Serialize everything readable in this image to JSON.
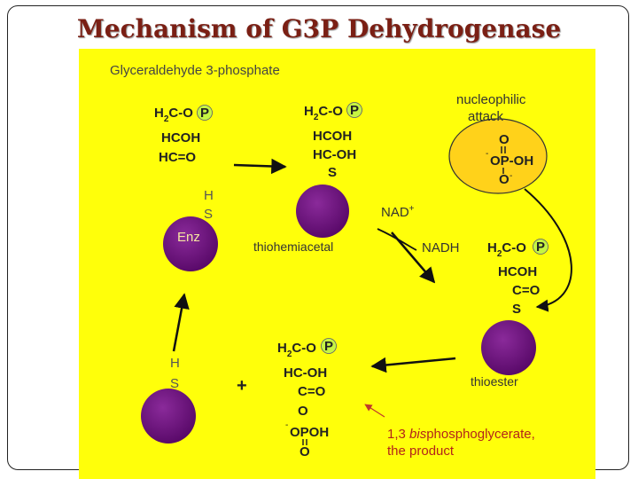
{
  "slide": {
    "title": "Mechanism of G3P Dehydrogenase"
  },
  "diagram": {
    "labels": {
      "g3p_name": "Glyceraldehyde 3-phosphate",
      "nucleophilic_attack_line1": "nucleophilic",
      "nucleophilic_attack_line2": "attack",
      "thiohemiacetal": "thiohemiacetal",
      "nadh": "NADH",
      "nad": "NAD",
      "nad_charge": "+",
      "thioester": "thioester",
      "plus": "+",
      "enz": "Enz",
      "product_line1_pre": "1,3 ",
      "product_line1_italic": "bis",
      "product_line1_post": "phosphoglycerate,",
      "product_line2": "the product"
    },
    "atoms": {
      "h": "H",
      "s": "S",
      "p": "P",
      "two": "2",
      "minus": "-",
      "h2c": "H",
      "c_op": "C-O",
      "hcoh": "HCOH",
      "hco": "HC=O",
      "hc_oh": "HC-OH",
      "o": "O",
      "op_oh": "OP-OH",
      "c_o": "C=O",
      "opoh": "OPOH"
    },
    "colors": {
      "background": "#ffff0a",
      "enzyme": "#6a0f7a",
      "phosphate": "#c6f542",
      "bubble": "#ffd21a",
      "text": "#222222",
      "title": "#7a1f14",
      "product_text": "#b3241a"
    }
  }
}
